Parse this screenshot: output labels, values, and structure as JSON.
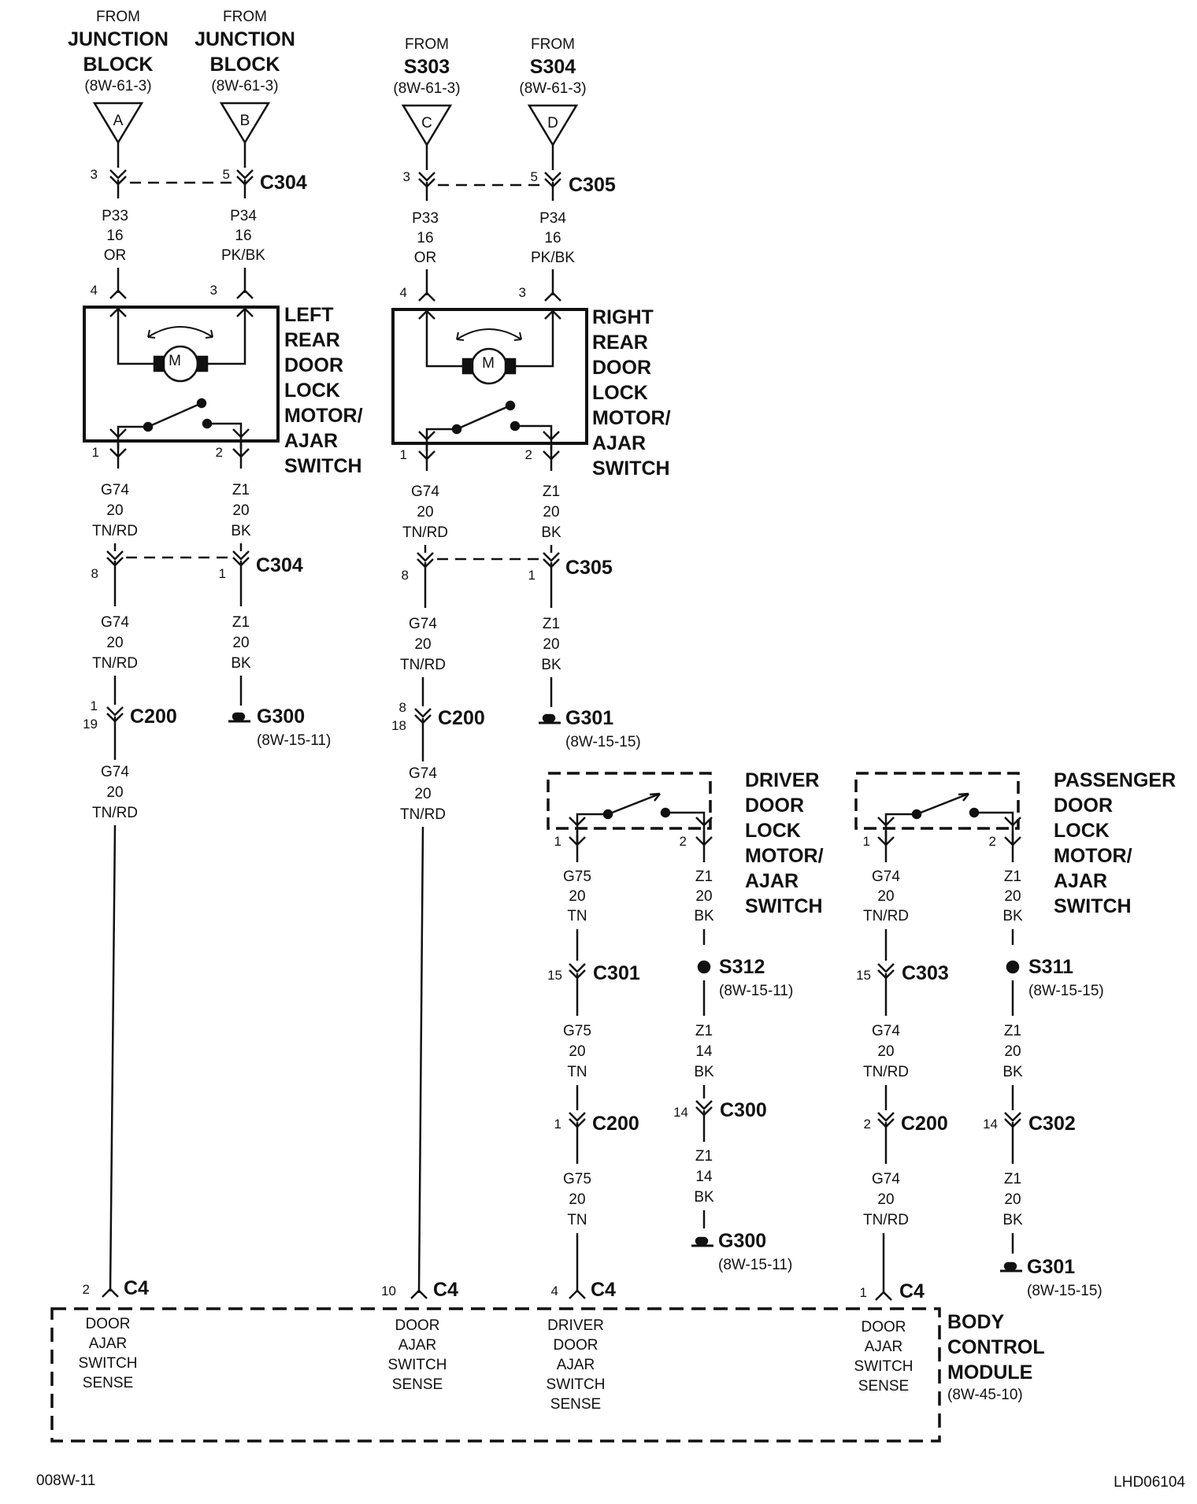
{
  "sources": {
    "A": {
      "from": "FROM",
      "name1": "JUNCTION",
      "name2": "BLOCK",
      "ref": "(8W-61-3)",
      "letter": "A"
    },
    "B": {
      "from": "FROM",
      "name1": "JUNCTION",
      "name2": "BLOCK",
      "ref": "(8W-61-3)",
      "letter": "B"
    },
    "C": {
      "from": "FROM",
      "name1": "S303",
      "ref": "(8W-61-3)",
      "letter": "C"
    },
    "D": {
      "from": "FROM",
      "name1": "S304",
      "ref": "(8W-61-3)",
      "letter": "D"
    }
  },
  "connectors": {
    "c304": "C304",
    "c305": "C305",
    "c200": "C200",
    "c301": "C301",
    "c303": "C303",
    "c300": "C300",
    "c302": "C302",
    "c4": "C4"
  },
  "pins": {
    "p3": "3",
    "p5": "5",
    "p4": "4",
    "p1": "1",
    "p2": "2",
    "p8": "8",
    "p19": "19",
    "p18": "18",
    "p15": "15",
    "p14": "14",
    "p10": "10"
  },
  "wires": {
    "p33": {
      "code": "P33",
      "gauge": "16",
      "color": "OR"
    },
    "p34": {
      "code": "P34",
      "gauge": "16",
      "color": "PK/BK"
    },
    "g74": {
      "code": "G74",
      "gauge": "20",
      "color": "TN/RD"
    },
    "z1": {
      "code": "Z1",
      "gauge": "20",
      "color": "BK"
    },
    "z1_14": {
      "code": "Z1",
      "gauge": "14",
      "color": "BK"
    },
    "g75": {
      "code": "G75",
      "gauge": "20",
      "color": "TN"
    }
  },
  "grounds": {
    "g300": "G300",
    "g300_ref": "(8W-15-11)",
    "g301": "G301",
    "g301_ref": "(8W-15-15)"
  },
  "splices": {
    "s312": "S312",
    "s312_ref": "(8W-15-11)",
    "s311": "S311",
    "s311_ref": "(8W-15-15)"
  },
  "components": {
    "left_rear": [
      "LEFT",
      "REAR",
      "DOOR",
      "LOCK",
      "MOTOR/",
      "AJAR",
      "SWITCH"
    ],
    "right_rear": [
      "RIGHT",
      "REAR",
      "DOOR",
      "LOCK",
      "MOTOR/",
      "AJAR",
      "SWITCH"
    ],
    "driver": [
      "DRIVER",
      "DOOR",
      "LOCK",
      "MOTOR/",
      "AJAR",
      "SWITCH"
    ],
    "passenger": [
      "PASSENGER",
      "DOOR",
      "LOCK",
      "MOTOR/",
      "AJAR",
      "SWITCH"
    ],
    "motor_symbol": "M"
  },
  "bcm": {
    "title": [
      "BODY",
      "CONTROL",
      "MODULE"
    ],
    "ref": "(8W-45-10)",
    "sense1": [
      "DOOR",
      "AJAR",
      "SWITCH",
      "SENSE"
    ],
    "sense2": [
      "DRIVER",
      "DOOR",
      "AJAR",
      "SWITCH",
      "SENSE"
    ]
  },
  "footer": {
    "left": "008W-11",
    "right": "LHD06104"
  }
}
